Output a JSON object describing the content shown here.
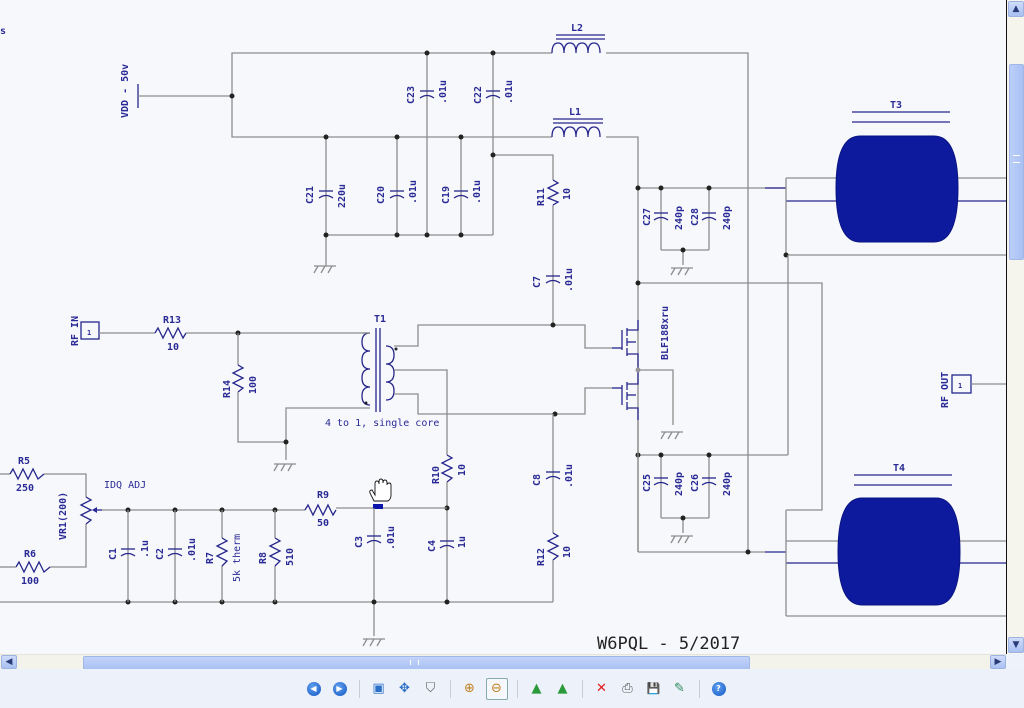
{
  "schematic": {
    "title_block": "W6PQL - 5/2017",
    "supply_label": "VDD - 50v",
    "edge_fragment": "s",
    "components": {
      "L1": {
        "ref": "L1"
      },
      "L2": {
        "ref": "L2"
      },
      "T1": {
        "ref": "T1",
        "note": "4 to 1, single core"
      },
      "T3": {
        "ref": "T3"
      },
      "T4": {
        "ref": "T4"
      },
      "Q1": {
        "part": "BLF188xru"
      },
      "C21": {
        "ref": "C21",
        "value": "220u"
      },
      "C20": {
        "ref": "C20",
        "value": ".01u"
      },
      "C19": {
        "ref": "C19",
        "value": ".01u"
      },
      "C23": {
        "ref": "C23",
        "value": ".01u"
      },
      "C22": {
        "ref": "C22",
        "value": ".01u"
      },
      "C27": {
        "ref": "C27",
        "value": "240p"
      },
      "C28": {
        "ref": "C28",
        "value": "240p"
      },
      "C25": {
        "ref": "C25",
        "value": "240p"
      },
      "C26": {
        "ref": "C26",
        "value": "240p"
      },
      "C7": {
        "ref": "C7",
        "value": ".01u"
      },
      "C8": {
        "ref": "C8",
        "value": ".01u"
      },
      "C1": {
        "ref": "C1",
        "value": ".1u"
      },
      "C2": {
        "ref": "C2",
        "value": ".01u"
      },
      "C3": {
        "ref": "C3",
        "value": ".01u"
      },
      "C4": {
        "ref": "C4",
        "value": "1u"
      },
      "R11": {
        "ref": "R11",
        "value": "10"
      },
      "R12": {
        "ref": "R12",
        "value": "10"
      },
      "R13": {
        "ref": "R13",
        "value": "10"
      },
      "R14": {
        "ref": "R14",
        "value": "100"
      },
      "R10": {
        "ref": "R10",
        "value": "10"
      },
      "R9": {
        "ref": "R9",
        "value": "50"
      },
      "R5": {
        "ref": "R5",
        "value": "250"
      },
      "R6": {
        "ref": "R6",
        "value": "100"
      },
      "R7": {
        "ref": "R7",
        "value": "5k therm"
      },
      "R8": {
        "ref": "R8",
        "value": "510"
      },
      "VR1": {
        "ref": "VR1(200)"
      }
    },
    "ports": {
      "rf_in": {
        "label": "RF IN",
        "pin": "1"
      },
      "rf_out": {
        "label": "RF OUT",
        "pin": "1"
      }
    },
    "annotations": {
      "idq_adj": "IDQ ADJ"
    }
  },
  "scrollbars": {
    "up": "^",
    "down": "v",
    "left": "<",
    "right": ">"
  },
  "toolbar": {
    "items": [
      {
        "name": "previous-image-button",
        "glyph": "◀"
      },
      {
        "name": "next-image-button",
        "glyph": "▶"
      },
      {
        "name": "best-fit-button",
        "glyph": "▣"
      },
      {
        "name": "actual-size-button",
        "glyph": "✥"
      },
      {
        "name": "slideshow-button",
        "glyph": "⛉"
      },
      {
        "name": "zoom-in-button",
        "glyph": "⊕"
      },
      {
        "name": "zoom-out-button",
        "glyph": "⊖"
      },
      {
        "name": "rotate-clockwise-button",
        "glyph": "▲"
      },
      {
        "name": "rotate-counterclockwise-button",
        "glyph": "▲"
      },
      {
        "name": "delete-button",
        "glyph": "✕"
      },
      {
        "name": "print-button",
        "glyph": "⎙"
      },
      {
        "name": "copy-to-button",
        "glyph": "💾"
      },
      {
        "name": "open-for-editing-button",
        "glyph": "✎"
      },
      {
        "name": "help-button",
        "glyph": "?"
      }
    ]
  }
}
